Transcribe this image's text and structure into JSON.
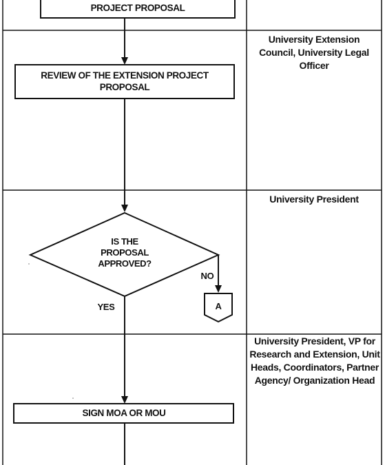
{
  "steps": [
    {
      "label": "PROJECT PROPOSAL",
      "responsible": ""
    },
    {
      "label": "REVIEW OF THE EXTENSION PROJECT PROPOSAL",
      "responsible": "University Extension Council, University Legal Officer"
    },
    {
      "label": "IS THE PROPOSAL APPROVED?",
      "responsible": "University President"
    },
    {
      "label": "SIGN MOA OR MOU",
      "responsible": "University President, VP for Research and Extension, Unit Heads, Coordinators, Partner Agency/ Organization Head"
    }
  ],
  "decision": {
    "yes_label": "YES",
    "no_label": "NO",
    "connector_label": "A"
  },
  "colors": {
    "line": "#111111",
    "background": "#ffffff"
  }
}
